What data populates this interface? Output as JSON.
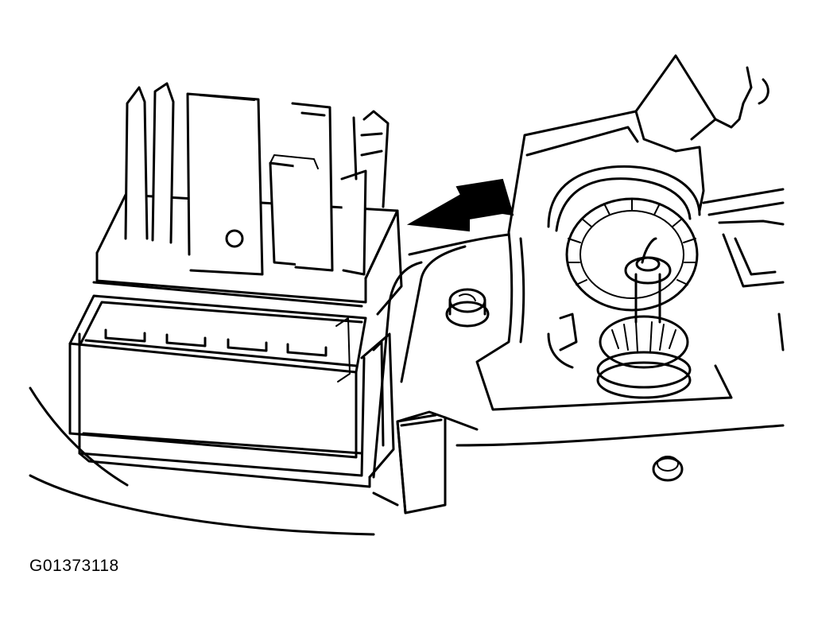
{
  "figure": {
    "id_label": "G01373118"
  },
  "colors": {
    "ink": "#000000",
    "paper": "#ffffff"
  },
  "parts": {
    "connector": "electrical-connector",
    "arrow": "direction-arrow",
    "gear": "gear-assembly",
    "screw": "mounting-screw",
    "block": "switch-block",
    "stud": "locating-stud"
  }
}
